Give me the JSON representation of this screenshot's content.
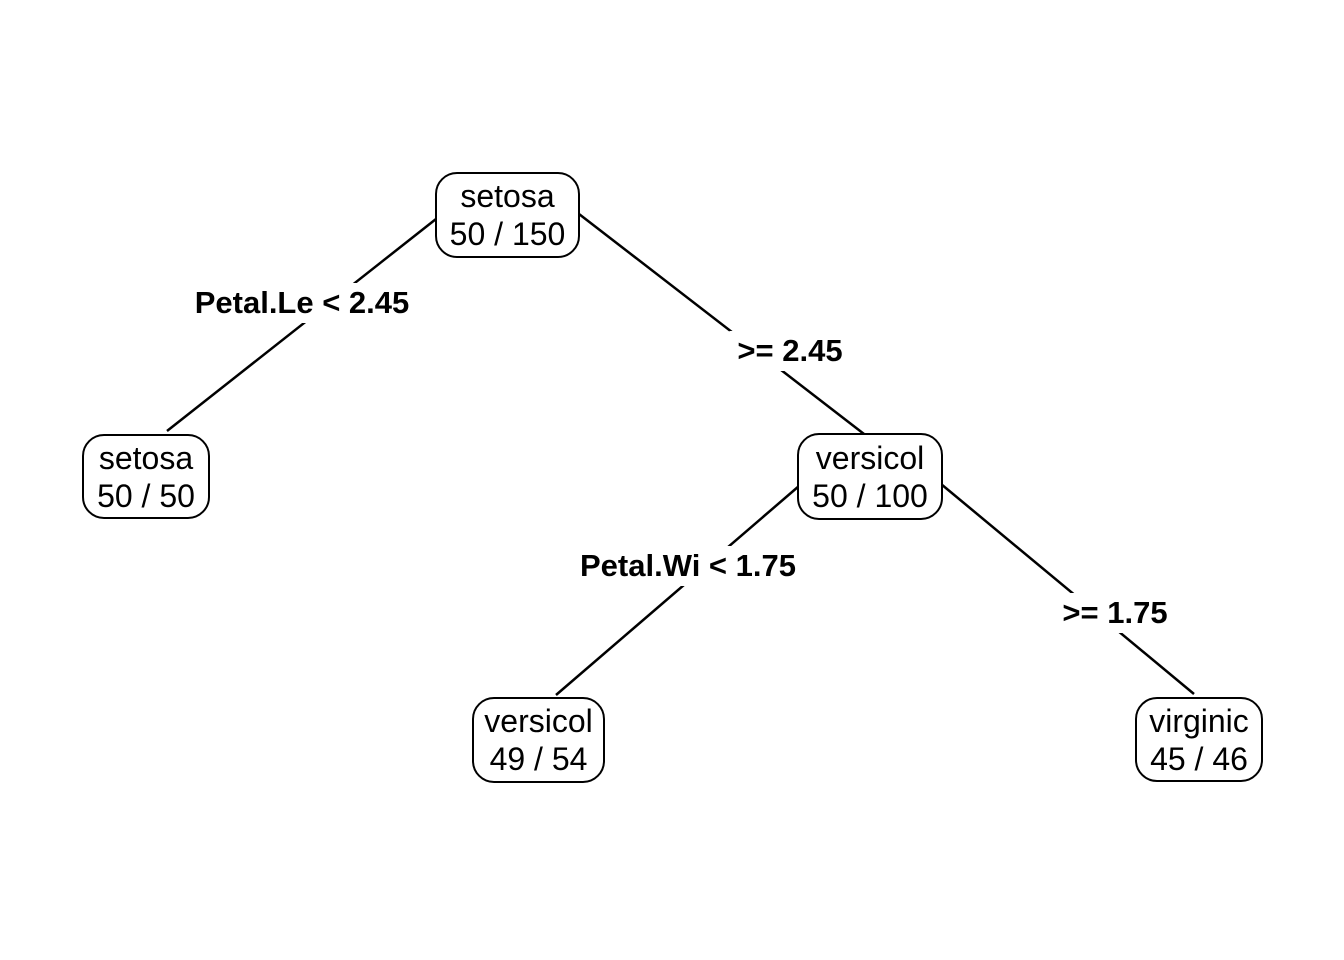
{
  "figure": {
    "type": "decision-tree-plot",
    "background_color": "#ffffff",
    "line_color": "#000000",
    "text_color": "#000000"
  },
  "tree": {
    "nodes": [
      {
        "id": "root",
        "label": "setosa",
        "count": "50 / 150"
      },
      {
        "id": "leaf-setosa",
        "label": "setosa",
        "count": "50 / 50"
      },
      {
        "id": "internal-versicolor",
        "label": "versicol",
        "count": "50 / 100"
      },
      {
        "id": "leaf-versicolor",
        "label": "versicol",
        "count": "49 / 54"
      },
      {
        "id": "leaf-virginica",
        "label": "virginic",
        "count": "45 / 46"
      }
    ],
    "edges": [
      {
        "from": "root",
        "to": "leaf-setosa",
        "label": "Petal.Le < 2.45"
      },
      {
        "from": "root",
        "to": "internal-versicolor",
        "label": ">= 2.45"
      },
      {
        "from": "internal-versicolor",
        "to": "leaf-versicolor",
        "label": "Petal.Wi < 1.75"
      },
      {
        "from": "internal-versicolor",
        "to": "leaf-virginica",
        "label": ">= 1.75"
      }
    ]
  }
}
